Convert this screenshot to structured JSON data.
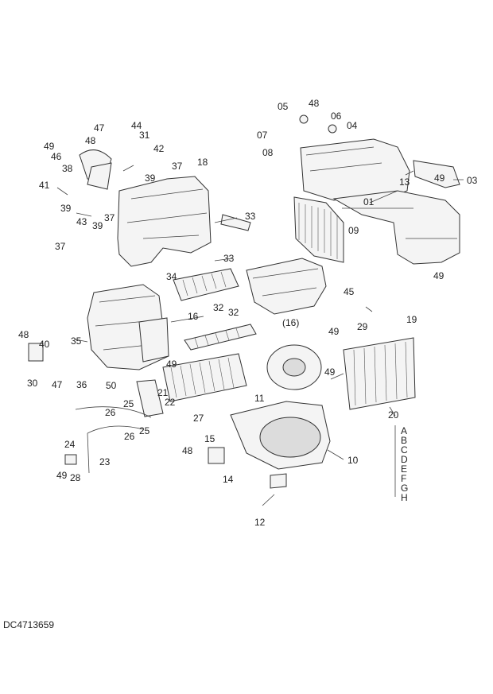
{
  "drawing_code": "DC4713659",
  "callouts": [
    "01",
    "03",
    "04",
    "05",
    "06",
    "07",
    "08",
    "09",
    "10",
    "11",
    "12",
    "13",
    "14",
    "15",
    "(16)",
    "16",
    "18",
    "19",
    "20",
    "21",
    "22",
    "23",
    "24",
    "25",
    "26",
    "27",
    "28",
    "29",
    "30",
    "31",
    "32",
    "33",
    "34",
    "35",
    "36",
    "37",
    "38",
    "39",
    "40",
    "41",
    "42",
    "43",
    "44",
    "45",
    "46",
    "47",
    "48",
    "49",
    "50"
  ],
  "suffix_letters": [
    "A",
    "B",
    "C",
    "D",
    "E",
    "F",
    "G",
    "H"
  ]
}
